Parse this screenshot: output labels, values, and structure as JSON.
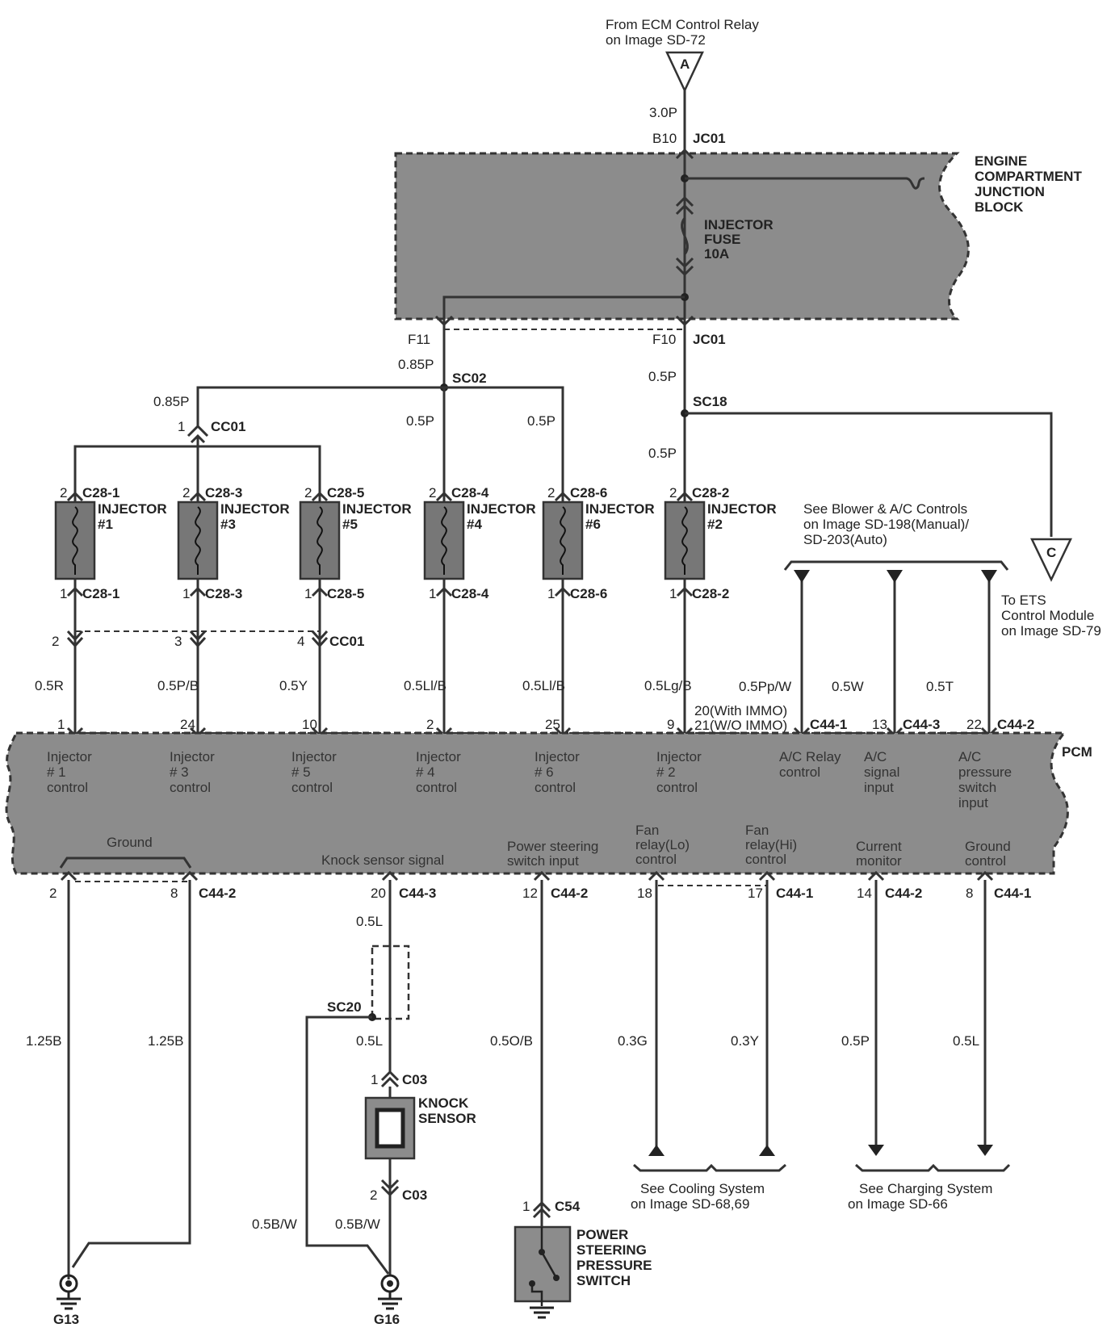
{
  "top_source": {
    "line1": "From ECM Control Relay",
    "line2": "on Image SD-72",
    "connector": "A"
  },
  "ecjb": {
    "name": [
      "ENGINE",
      "COMPARTMENT",
      "JUNCTION",
      "BLOCK"
    ],
    "fuse": [
      "INJECTOR",
      "FUSE",
      "10A"
    ],
    "wire_in": "3.0P",
    "pin_in": "B10",
    "conn_in": "JC01",
    "pin_f11": "F11",
    "pin_f10": "F10",
    "conn_out": "JC01"
  },
  "splices": {
    "sc02": "SC02",
    "sc18": "SC18",
    "sc20": "SC20"
  },
  "wires_top": {
    "w085_a": "0.85P",
    "w085_b": "0.85P",
    "w05_f10": "0.5P",
    "w05_sc18": "0.5P",
    "w05_4": "0.5P",
    "w05_6": "0.5P"
  },
  "cc01_top": {
    "pin": "1",
    "conn": "CC01"
  },
  "injectors": [
    {
      "label": "INJECTOR",
      "num": "#1",
      "conn": "C28-1",
      "top_pin": "2",
      "bot_pin": "1",
      "wire": "0.5R",
      "pcm_pin": "1",
      "pcm_fn": [
        "Injector",
        "# 1",
        "control"
      ]
    },
    {
      "label": "INJECTOR",
      "num": "#3",
      "conn": "C28-3",
      "top_pin": "2",
      "bot_pin": "1",
      "wire": "0.5P/B",
      "pcm_pin": "24",
      "pcm_fn": [
        "Injector",
        "# 3",
        "control"
      ]
    },
    {
      "label": "INJECTOR",
      "num": "#5",
      "conn": "C28-5",
      "top_pin": "2",
      "bot_pin": "1",
      "wire": "0.5Y",
      "pcm_pin": "10",
      "pcm_fn": [
        "Injector",
        "# 5",
        "control"
      ]
    },
    {
      "label": "INJECTOR",
      "num": "#4",
      "conn": "C28-4",
      "top_pin": "2",
      "bot_pin": "1",
      "wire": "0.5Ll/B",
      "pcm_pin": "2",
      "pcm_fn": [
        "Injector",
        "# 4",
        "control"
      ]
    },
    {
      "label": "INJECTOR",
      "num": "#6",
      "conn": "C28-6",
      "top_pin": "2",
      "bot_pin": "1",
      "wire": "0.5Ll/B",
      "pcm_pin": "25",
      "pcm_fn": [
        "Injector",
        "# 6",
        "control"
      ]
    },
    {
      "label": "INJECTOR",
      "num": "#2",
      "conn": "C28-2",
      "top_pin": "2",
      "bot_pin": "1",
      "wire": "0.5Lg/B",
      "pcm_pin": "9",
      "pcm_fn": [
        "Injector",
        "# 2",
        "control"
      ]
    }
  ],
  "cc01_lower": {
    "pins": [
      "2",
      "3",
      "4"
    ],
    "conn": "CC01"
  },
  "blower": {
    "line1": "See Blower & A/C Controls",
    "line2": "on Image SD-198(Manual)/",
    "line3": "SD-203(Auto)"
  },
  "ets": {
    "connector": "C",
    "line1": "To ETS",
    "line2": "Control Module",
    "line3": "on Image SD-79"
  },
  "ac": [
    {
      "wire": "0.5Pp/W",
      "pin": "20(With IMMO)",
      "pin2": "21(W/O IMMO)",
      "conn": "C44-1",
      "fn": [
        "A/C Relay",
        "control"
      ]
    },
    {
      "wire": "0.5W",
      "pin": "13",
      "conn": "C44-3",
      "fn": [
        "A/C",
        "signal",
        "input"
      ]
    },
    {
      "wire": "0.5T",
      "pin": "22",
      "conn": "C44-2",
      "fn": [
        "A/C",
        "pressure",
        "switch",
        "input"
      ]
    }
  ],
  "pcm": {
    "name": "PCM",
    "ground_label": "Ground",
    "knock": "Knock sensor signal",
    "ps": [
      "Power steering",
      "switch input"
    ],
    "fan_lo": [
      "Fan",
      "relay(Lo)",
      "control"
    ],
    "fan_hi": [
      "Fan",
      "relay(Hi)",
      "control"
    ],
    "current": [
      "Current",
      "monitor"
    ],
    "ground_ctrl": [
      "Ground",
      "control"
    ]
  },
  "bottom_pins": [
    {
      "pin": "2",
      "conn": ""
    },
    {
      "pin": "8",
      "conn": "C44-2"
    },
    {
      "pin": "20",
      "conn": "C44-3"
    },
    {
      "pin": "12",
      "conn": "C44-2"
    },
    {
      "pin": "18",
      "conn": ""
    },
    {
      "pin": "17",
      "conn": "C44-1"
    },
    {
      "pin": "14",
      "conn": "C44-2"
    },
    {
      "pin": "8",
      "conn": "C44-1"
    }
  ],
  "bottom_wires": {
    "g1": "1.25B",
    "g2": "1.25B",
    "knock_a": "0.5L",
    "knock_b": "0.5L",
    "shield_a": "0.5B/W",
    "shield_b": "0.5B/W",
    "ps": "0.5O/B",
    "fan_lo": "0.3G",
    "fan_hi": "0.3Y",
    "cur": "0.5P",
    "gnd": "0.5L"
  },
  "knock_sensor": {
    "name": [
      "KNOCK",
      "SENSOR"
    ],
    "pin_top": "1",
    "pin_bot": "2",
    "conn": "C03"
  },
  "ps_switch": {
    "name": [
      "POWER",
      "STEERING",
      "PRESSURE",
      "SWITCH"
    ],
    "pin": "1",
    "conn": "C54"
  },
  "grounds": {
    "g13": "G13",
    "g16": "G16"
  },
  "cooling": {
    "line1": "See Cooling System",
    "line2": "on Image SD-68,69"
  },
  "charging": {
    "line1": "See Charging System",
    "line2": "on Image SD-66"
  }
}
